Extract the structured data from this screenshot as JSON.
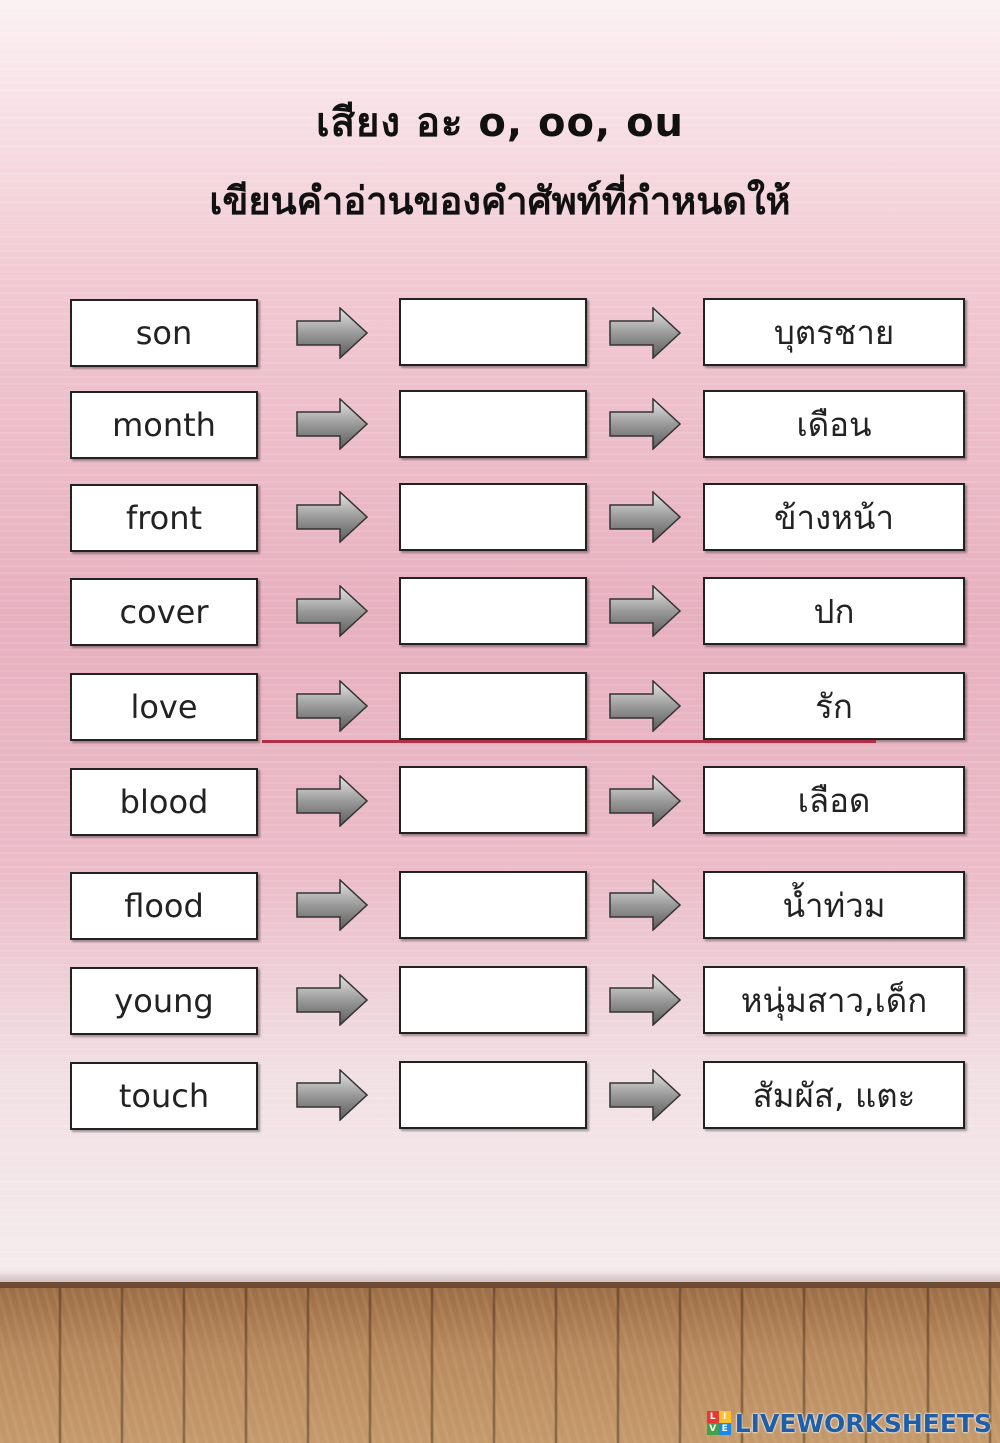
{
  "title": "เสียง อะ o, oo, ou",
  "instruction": "เขียนคำอ่านของคำศัพท์ที่กำหนดให้",
  "rows": [
    {
      "word": "son",
      "answer": "",
      "meaning": "บุตรชาย"
    },
    {
      "word": "month",
      "answer": "",
      "meaning": "เดือน"
    },
    {
      "word": "front",
      "answer": "",
      "meaning": "ข้างหน้า"
    },
    {
      "word": "cover",
      "answer": "",
      "meaning": "ปก"
    },
    {
      "word": "love",
      "answer": "",
      "meaning": "รัก"
    },
    {
      "word": "blood",
      "answer": "",
      "meaning": "เลือด"
    },
    {
      "word": "flood",
      "answer": "",
      "meaning": "น้ำท่วม"
    },
    {
      "word": "young",
      "answer": "",
      "meaning": "หนุ่มสาว,เด็ก"
    },
    {
      "word": "touch",
      "answer": "",
      "meaning": "สัมผัส, แตะ"
    }
  ],
  "icons": {
    "arrow": "right-arrow-icon"
  },
  "colors": {
    "wall": "#e7b0bf",
    "floor": "#b88a5e",
    "underline": "#b0304a",
    "brand": "#1f5fa8"
  },
  "brand": {
    "name": "LIVEWORKSHEETS",
    "icon_letters": [
      "L",
      "I",
      "V",
      "E"
    ]
  }
}
